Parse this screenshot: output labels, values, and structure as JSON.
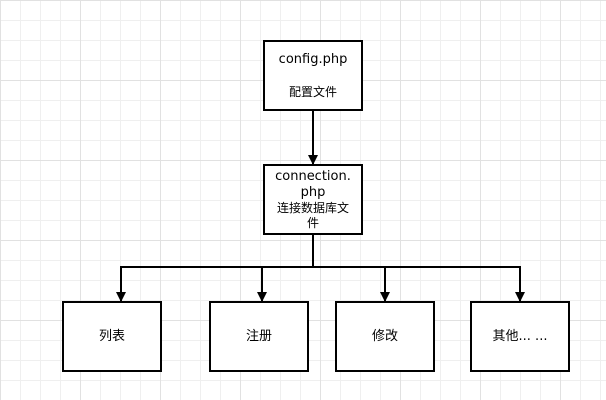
{
  "diagram": {
    "nodes": {
      "config": {
        "title": "config.php",
        "subtitle": "配置文件"
      },
      "connection": {
        "title_line1": "connection.",
        "title_line2": "php",
        "subtitle_line1": "连接数据库文",
        "subtitle_line2": "件"
      },
      "list": {
        "label": "列表"
      },
      "register": {
        "label": "注册"
      },
      "edit": {
        "label": "修改"
      },
      "other": {
        "label": "其他... ..."
      }
    },
    "edges": [
      {
        "from": "config",
        "to": "connection"
      },
      {
        "from": "connection",
        "to": "list"
      },
      {
        "from": "connection",
        "to": "register"
      },
      {
        "from": "connection",
        "to": "edit"
      },
      {
        "from": "connection",
        "to": "other"
      }
    ]
  }
}
